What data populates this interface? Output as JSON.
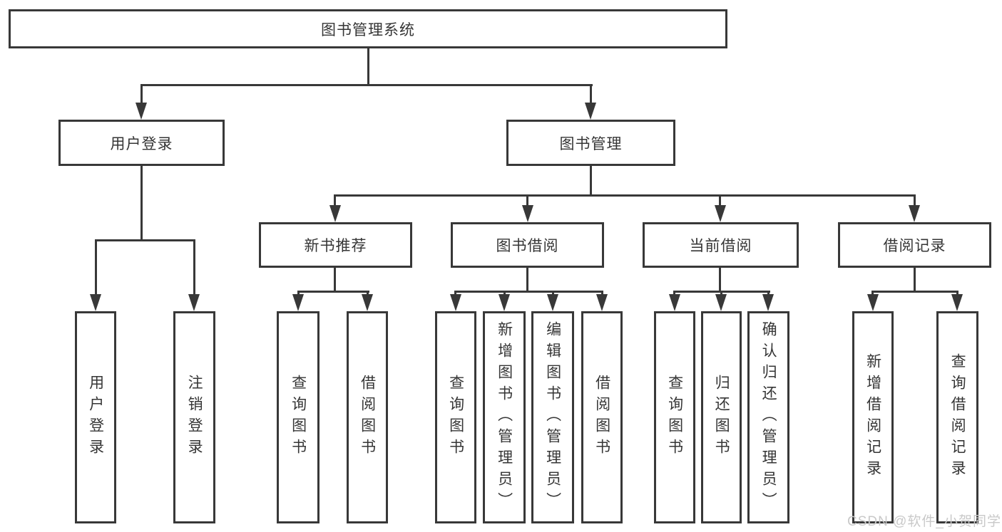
{
  "diagram": {
    "root": {
      "id": "library-system",
      "label": "图书管理系统"
    },
    "level2": [
      {
        "id": "user-login",
        "parent": "library-system",
        "label": "用户登录"
      },
      {
        "id": "book-management",
        "parent": "library-system",
        "label": "图书管理"
      }
    ],
    "level3": [
      {
        "id": "new-book-recommend",
        "parent": "book-management",
        "label": "新书推荐"
      },
      {
        "id": "book-borrow",
        "parent": "book-management",
        "label": "图书借阅"
      },
      {
        "id": "current-borrow",
        "parent": "book-management",
        "label": "当前借阅"
      },
      {
        "id": "borrow-record",
        "parent": "book-management",
        "label": "借阅记录"
      }
    ],
    "leaves": [
      {
        "id": "user-login-leaf",
        "parent": "user-login",
        "label": "用户登录"
      },
      {
        "id": "logout",
        "parent": "user-login",
        "label": "注销登录"
      },
      {
        "id": "query-books-recommend",
        "parent": "new-book-recommend",
        "label": "查询图书"
      },
      {
        "id": "borrow-books-recommend",
        "parent": "new-book-recommend",
        "label": "借阅图书"
      },
      {
        "id": "query-books-borrow",
        "parent": "book-borrow",
        "label": "查询图书"
      },
      {
        "id": "add-books-admin",
        "parent": "book-borrow",
        "label": "新增图书（管理员）"
      },
      {
        "id": "edit-books-admin",
        "parent": "book-borrow",
        "label": "编辑图书（管理员）"
      },
      {
        "id": "borrow-books",
        "parent": "book-borrow",
        "label": "借阅图书"
      },
      {
        "id": "query-books-current",
        "parent": "current-borrow",
        "label": "查询图书"
      },
      {
        "id": "return-books",
        "parent": "current-borrow",
        "label": "归还图书"
      },
      {
        "id": "confirm-return-admin",
        "parent": "current-borrow",
        "label": "确认归还（管理员）"
      },
      {
        "id": "add-borrow-record",
        "parent": "borrow-record",
        "label": "新增借阅记录"
      },
      {
        "id": "query-borrow-record",
        "parent": "borrow-record",
        "label": "查询借阅记录"
      }
    ],
    "watermark": "CSDN @软件_小贺同学",
    "colors": {
      "line": "#383838",
      "text": "#353535",
      "watermark": "#c9c9c9",
      "background": "#ffffff"
    }
  }
}
